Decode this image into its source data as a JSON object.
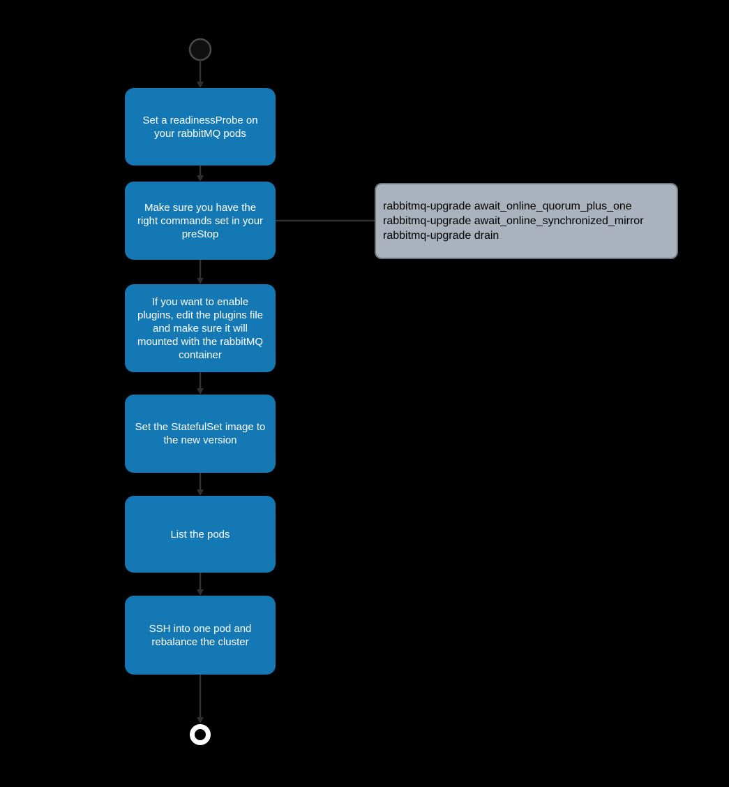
{
  "diagram": {
    "type": "activity-flowchart",
    "background_color": "#000000",
    "step_color": "#1478b5",
    "step_text_color": "#ffffff",
    "note_bg_color": "#a9b2bd",
    "note_border_color": "#6e7780",
    "note_text_color": "#000000",
    "connector_color": "#303030",
    "end_node_color": "#ffffff"
  },
  "steps": [
    {
      "label": "Set a readinessProbe on your rabbitMQ pods"
    },
    {
      "label": "Make sure you have the right commands set in your preStop"
    },
    {
      "label": "If you want to enable plugins, edit the plugins file and make sure it will mounted with the rabbitMQ container"
    },
    {
      "label": "Set the StatefulSet image to the new version"
    },
    {
      "label": "List the pods"
    },
    {
      "label": "SSH into one pod and rebalance the cluster"
    }
  ],
  "note": {
    "lines": [
      "rabbitmq-upgrade await_online_quorum_plus_one",
      "rabbitmq-upgrade await_online_synchronized_mirror",
      "rabbitmq-upgrade drain"
    ]
  }
}
